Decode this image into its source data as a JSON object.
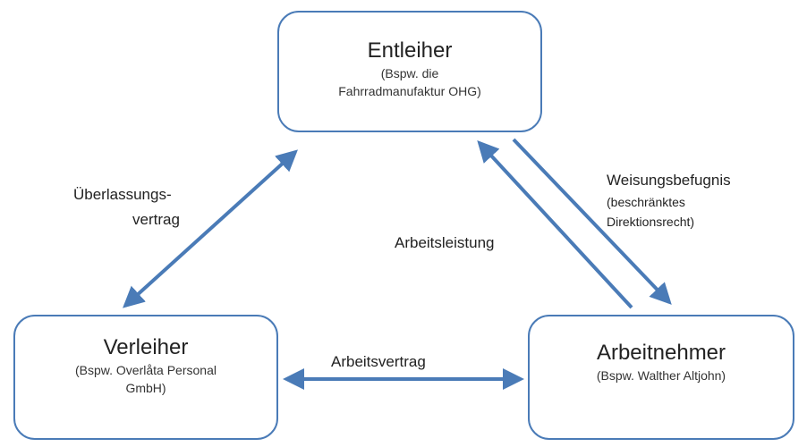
{
  "nodes": {
    "entleiher": {
      "title": "Entleiher",
      "sub_line1": "(Bspw. die",
      "sub_line2": "Fahrradmanufaktur OHG)"
    },
    "verleiher": {
      "title": "Verleiher",
      "sub_line1": "(Bspw. Overlåta Personal",
      "sub_line2": "GmbH)"
    },
    "arbeitnehmer": {
      "title": "Arbeitnehmer",
      "sub_line1": "(Bspw. Walther Altjohn)"
    }
  },
  "edges": {
    "ueberlassungsvertrag": {
      "line1": "Überlassungs-",
      "line2": "vertrag"
    },
    "arbeitsleistung": {
      "label": "Arbeitsleistung"
    },
    "weisungsbefugnis": {
      "line1": "Weisungsbefugnis",
      "line2": "(beschränktes",
      "line3": "Direktionsrecht)"
    },
    "arbeitsvertrag": {
      "label": "Arbeitsvertrag"
    }
  },
  "colors": {
    "border": "#4a7bb7",
    "arrow": "#4a7bb7"
  }
}
